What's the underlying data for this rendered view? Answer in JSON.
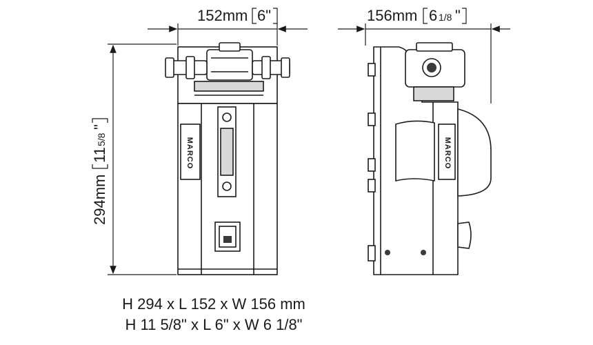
{
  "dimensions": {
    "length": {
      "metric": "152mm",
      "imperial": "6\""
    },
    "width": {
      "metric": "156mm",
      "imperial_whole": "6",
      "imperial_frac": "1/8",
      "imperial_mark": "\""
    },
    "height": {
      "metric": "294mm",
      "imperial_whole": "11",
      "imperial_frac": "5/8",
      "imperial_mark": "\""
    }
  },
  "brand": {
    "logo": "MARCO"
  },
  "caption": {
    "metric": "H 294 x L 152 x W 156 mm",
    "imperial": "H 11 5/8\" x L 6\" x W 6 1/8\""
  },
  "colors": {
    "line": "#1a1a1a",
    "body": "#ffffff",
    "shade": "#d9d9d9",
    "dark": "#3a3a3a"
  }
}
